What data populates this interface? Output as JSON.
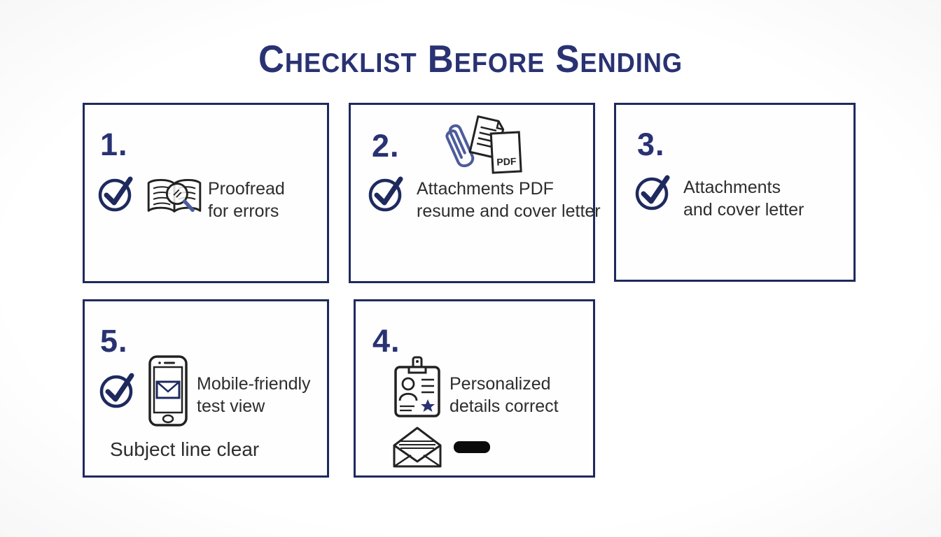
{
  "title": "Checklist Before Sending",
  "colors": {
    "navy": "#293272",
    "border": "#1e2a5e",
    "ink": "#222222",
    "text": "#2d2d2d",
    "accent": "#4d5c9b",
    "bar": "#0b0b0b",
    "bg": "#fdfdfd"
  },
  "icons": {
    "check": "check-circle-icon",
    "item1": "book-magnifier-icon",
    "item2": "paperclip-pdf-documents-icon",
    "item4_top": "id-badge-icon",
    "item4_bottom": "open-envelope-icon",
    "item5": "smartphone-mail-icon"
  },
  "items": {
    "item1": {
      "number": "1.",
      "line1": "Proofread",
      "line2": "for errors"
    },
    "item2": {
      "number": "2.",
      "pdf_label": "PDF",
      "line1": "Attachments PDF",
      "line2": "resume and cover letter"
    },
    "item3": {
      "number": "3.",
      "line1": "Attachments",
      "line2": "and cover letter"
    },
    "item4": {
      "number": "4.",
      "line1": "Personalized",
      "line2": "details correct"
    },
    "item5": {
      "number": "5.",
      "line1": "Mobile-friendly",
      "line2": "test view",
      "extra": "Subject line clear"
    }
  }
}
